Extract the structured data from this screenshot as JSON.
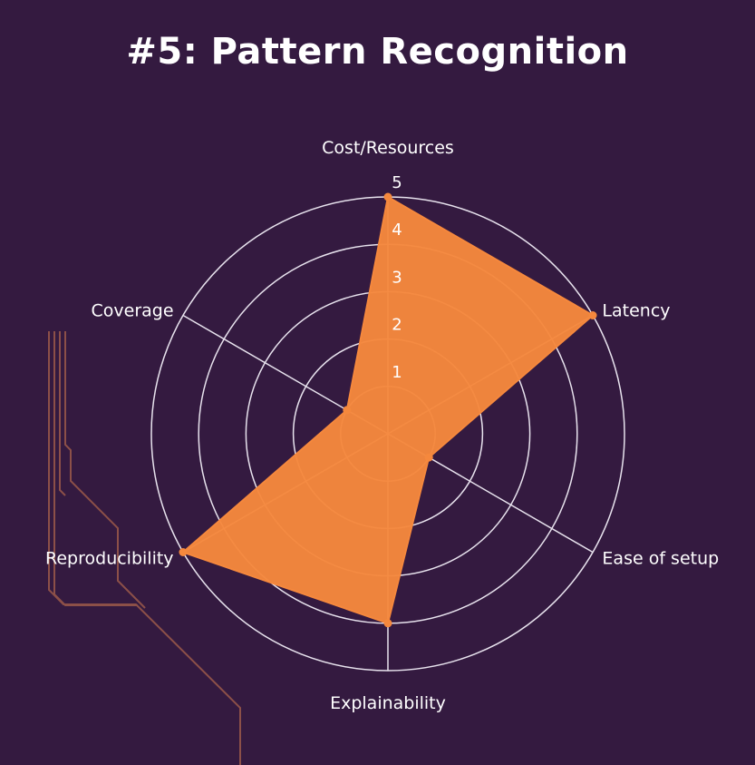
{
  "title": "#5: Pattern Recognition",
  "colors": {
    "background": "#341a40",
    "fill": "#f5883d",
    "grid": "#e8e3ee",
    "decoration": "#9c5a4a"
  },
  "chart_data": {
    "type": "radar",
    "axes": [
      "Cost/Resources",
      "Latency",
      "Ease of setup",
      "Explainability",
      "Reproducibility",
      "Coverage"
    ],
    "values": [
      5,
      5,
      1,
      4,
      5,
      1
    ],
    "range": [
      0,
      5
    ],
    "ticks": [
      "1",
      "2",
      "3",
      "4",
      "5"
    ],
    "grid": true,
    "legend": "none"
  }
}
